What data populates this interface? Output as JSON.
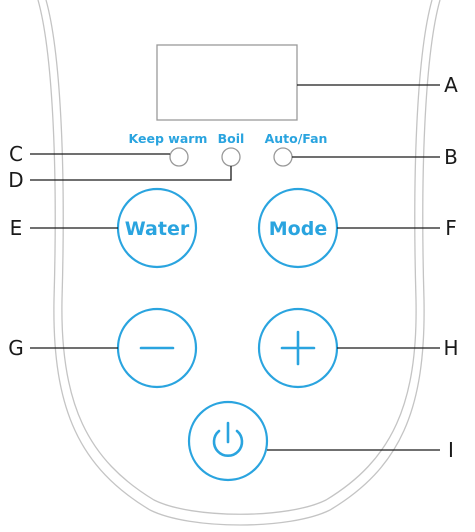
{
  "indicators": {
    "keep_warm": "Keep warm",
    "boil": "Boil",
    "auto_fan": "Auto/Fan"
  },
  "buttons": {
    "water": "Water",
    "mode": "Mode",
    "minus_icon": "minus-icon",
    "plus_icon": "plus-icon",
    "power_icon": "power-icon"
  },
  "callouts": {
    "a": "A",
    "b": "B",
    "c": "C",
    "d": "D",
    "e": "E",
    "f": "F",
    "g": "G",
    "h": "H",
    "i": "I"
  },
  "colors": {
    "accent": "#2aa4df",
    "outline": "#c4c4c4",
    "text": "#1a1a1a"
  }
}
